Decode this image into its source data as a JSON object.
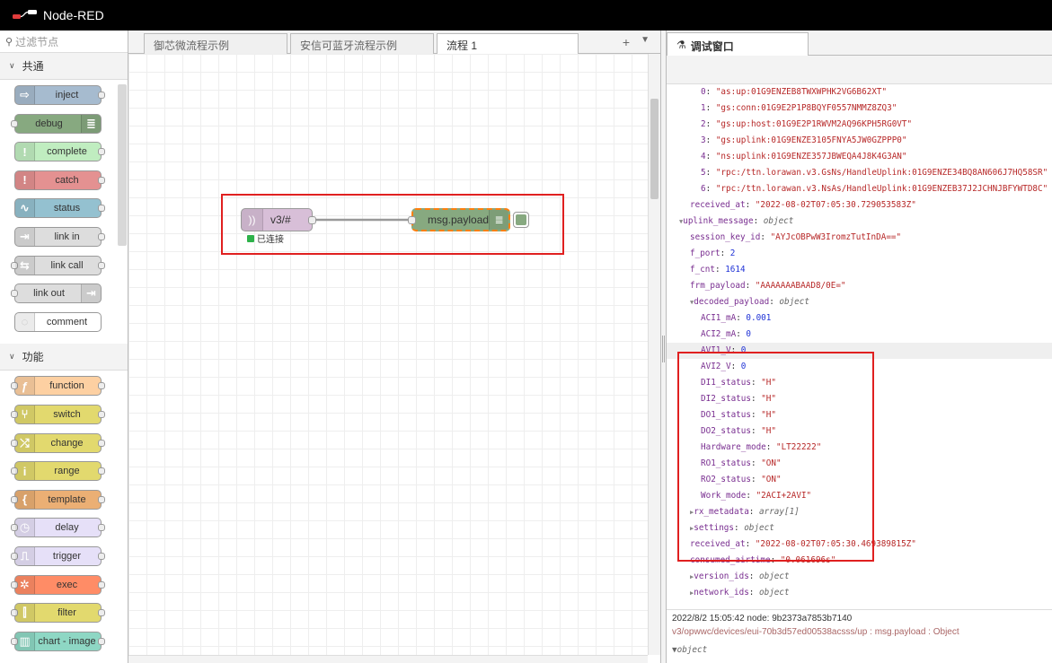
{
  "header": {
    "title": "Node-RED"
  },
  "palette": {
    "search_placeholder": "过滤节点",
    "categories": [
      {
        "label": "共通",
        "nodes": [
          {
            "label": "inject",
            "color": "#a6bbcf",
            "icon": "⇨",
            "in": false,
            "out": true,
            "side": "left"
          },
          {
            "label": "debug",
            "color": "#87a980",
            "icon": "≣",
            "in": true,
            "out": false,
            "side": "right"
          },
          {
            "label": "complete",
            "color": "#c0edc0",
            "icon": "!",
            "in": false,
            "out": true,
            "side": "left"
          },
          {
            "label": "catch",
            "color": "#e49191",
            "icon": "!",
            "in": false,
            "out": true,
            "side": "left"
          },
          {
            "label": "status",
            "color": "#94c1d0",
            "icon": "∿",
            "in": false,
            "out": true,
            "side": "left"
          },
          {
            "label": "link in",
            "color": "#dddddd",
            "icon": "⇥",
            "in": false,
            "out": true,
            "side": "left"
          },
          {
            "label": "link call",
            "color": "#dddddd",
            "icon": "⇆",
            "in": true,
            "out": true,
            "side": "left"
          },
          {
            "label": "link out",
            "color": "#dddddd",
            "icon": "⇥",
            "in": true,
            "out": false,
            "side": "right"
          },
          {
            "label": "comment",
            "color": "#ffffff",
            "icon": "◌",
            "in": false,
            "out": false,
            "side": "left"
          }
        ]
      },
      {
        "label": "功能",
        "nodes": [
          {
            "label": "function",
            "color": "#fdd0a2",
            "icon": "ƒ",
            "in": true,
            "out": true,
            "side": "left"
          },
          {
            "label": "switch",
            "color": "#e2d96e",
            "icon": "⑂",
            "in": true,
            "out": true,
            "side": "left"
          },
          {
            "label": "change",
            "color": "#e2d96e",
            "icon": "⤮",
            "in": true,
            "out": true,
            "side": "left"
          },
          {
            "label": "range",
            "color": "#e2d96e",
            "icon": "i",
            "in": true,
            "out": true,
            "side": "left"
          },
          {
            "label": "template",
            "color": "#ebaf74",
            "icon": "{",
            "in": true,
            "out": true,
            "side": "left"
          },
          {
            "label": "delay",
            "color": "#e6e0f8",
            "icon": "◷",
            "in": true,
            "out": true,
            "side": "left"
          },
          {
            "label": "trigger",
            "color": "#e6e0f8",
            "icon": "⎍",
            "in": true,
            "out": true,
            "side": "left"
          },
          {
            "label": "exec",
            "color": "#ff8c66",
            "icon": "✲",
            "in": true,
            "out": true,
            "side": "left"
          },
          {
            "label": "filter",
            "color": "#e2d96e",
            "icon": "⫿",
            "in": true,
            "out": true,
            "side": "left"
          },
          {
            "label": "chart - image",
            "color": "#8ed7c4",
            "icon": "▥",
            "in": true,
            "out": true,
            "side": "left"
          }
        ]
      }
    ]
  },
  "workspace": {
    "tabs": [
      "御芯微流程示例",
      "安信可蓝牙流程示例",
      "流程 1"
    ],
    "active_tab": 2,
    "add_label": "+",
    "menu_label": "▼",
    "nodes": {
      "mqtt": {
        "label": "v3/#",
        "color": "#d8bfd8",
        "status": "已连接",
        "status_color": "#2db24a"
      },
      "debug": {
        "label": "msg.payload",
        "color": "#87a980"
      }
    }
  },
  "sidebar": {
    "tab_label": "调试窗口",
    "tab_icon": "⚗",
    "tree": [
      {
        "indent": 2,
        "arrow": "",
        "key": "0",
        "val": "\"as:up:01G9ENZEB8TWXWPHK2VG6B62XT\"",
        "type": "s"
      },
      {
        "indent": 2,
        "arrow": "",
        "key": "1",
        "val": "\"gs:conn:01G9E2P1P8BQYF0557NMMZ8ZQ3\"",
        "type": "s"
      },
      {
        "indent": 2,
        "arrow": "",
        "key": "2",
        "val": "\"gs:up:host:01G9E2P1RWVM2AQ96KPH5RG0VT\"",
        "type": "s"
      },
      {
        "indent": 2,
        "arrow": "",
        "key": "3",
        "val": "\"gs:uplink:01G9ENZE3105FNYA5JW0GZPPP0\"",
        "type": "s"
      },
      {
        "indent": 2,
        "arrow": "",
        "key": "4",
        "val": "\"ns:uplink:01G9ENZE357JBWEQA4J8K4G3AN\"",
        "type": "s"
      },
      {
        "indent": 2,
        "arrow": "",
        "key": "5",
        "val": "\"rpc:/ttn.lorawan.v3.GsNs/HandleUplink:01G9ENZE34BQ8AN606J7HQ58SR\"",
        "type": "s"
      },
      {
        "indent": 2,
        "arrow": "",
        "key": "6",
        "val": "\"rpc:/ttn.lorawan.v3.NsAs/HandleUplink:01G9ENZEB37J2JCHNJBFYWTD8C\"",
        "type": "s"
      },
      {
        "indent": 1,
        "arrow": "",
        "key": "received_at",
        "val": "\"2022-08-02T07:05:30.729053583Z\"",
        "type": "s"
      },
      {
        "indent": 0,
        "arrow": "▼",
        "key": "uplink_message",
        "val": "object",
        "type": "t"
      },
      {
        "indent": 1,
        "arrow": "",
        "key": "session_key_id",
        "val": "\"AYJcOBPwW3IromzTutInDA==\"",
        "type": "s"
      },
      {
        "indent": 1,
        "arrow": "",
        "key": "f_port",
        "val": "2",
        "type": "n"
      },
      {
        "indent": 1,
        "arrow": "",
        "key": "f_cnt",
        "val": "1614",
        "type": "n"
      },
      {
        "indent": 1,
        "arrow": "",
        "key": "frm_payload",
        "val": "\"AAAAAAABAAD8/0E=\"",
        "type": "s"
      },
      {
        "indent": 1,
        "arrow": "▼",
        "key": "decoded_payload",
        "val": "object",
        "type": "t"
      },
      {
        "indent": 2,
        "arrow": "",
        "key": "ACI1_mA",
        "val": "0.001",
        "type": "n"
      },
      {
        "indent": 2,
        "arrow": "",
        "key": "ACI2_mA",
        "val": "0",
        "type": "n"
      },
      {
        "indent": 2,
        "arrow": "",
        "key": "AVI1_V",
        "val": "0",
        "type": "n",
        "hl": true
      },
      {
        "indent": 2,
        "arrow": "",
        "key": "AVI2_V",
        "val": "0",
        "type": "n"
      },
      {
        "indent": 2,
        "arrow": "",
        "key": "DI1_status",
        "val": "\"H\"",
        "type": "s"
      },
      {
        "indent": 2,
        "arrow": "",
        "key": "DI2_status",
        "val": "\"H\"",
        "type": "s"
      },
      {
        "indent": 2,
        "arrow": "",
        "key": "DO1_status",
        "val": "\"H\"",
        "type": "s"
      },
      {
        "indent": 2,
        "arrow": "",
        "key": "DO2_status",
        "val": "\"H\"",
        "type": "s"
      },
      {
        "indent": 2,
        "arrow": "",
        "key": "Hardware_mode",
        "val": "\"LT22222\"",
        "type": "s"
      },
      {
        "indent": 2,
        "arrow": "",
        "key": "RO1_status",
        "val": "\"ON\"",
        "type": "s"
      },
      {
        "indent": 2,
        "arrow": "",
        "key": "RO2_status",
        "val": "\"ON\"",
        "type": "s"
      },
      {
        "indent": 2,
        "arrow": "",
        "key": "Work_mode",
        "val": "\"2ACI+2AVI\"",
        "type": "s"
      },
      {
        "indent": 1,
        "arrow": "▶",
        "key": "rx_metadata",
        "val": "array[1]",
        "type": "t"
      },
      {
        "indent": 1,
        "arrow": "▶",
        "key": "settings",
        "val": "object",
        "type": "t"
      },
      {
        "indent": 1,
        "arrow": "",
        "key": "received_at",
        "val": "\"2022-08-02T07:05:30.469389815Z\"",
        "type": "s"
      },
      {
        "indent": 1,
        "arrow": "",
        "key": "consumed_airtime",
        "val": "\"0.061696s\"",
        "type": "s"
      },
      {
        "indent": 1,
        "arrow": "▶",
        "key": "version_ids",
        "val": "object",
        "type": "t"
      },
      {
        "indent": 1,
        "arrow": "▶",
        "key": "network_ids",
        "val": "object",
        "type": "t"
      }
    ],
    "msg_meta": {
      "timestamp_node": "2022/8/2 15:05:42  node: 9b2373a7853b7140",
      "topic_line": "v3/opwwc/devices/eui-70b3d57ed00538acsss/up : msg.payload : Object",
      "root": "▼object"
    }
  }
}
